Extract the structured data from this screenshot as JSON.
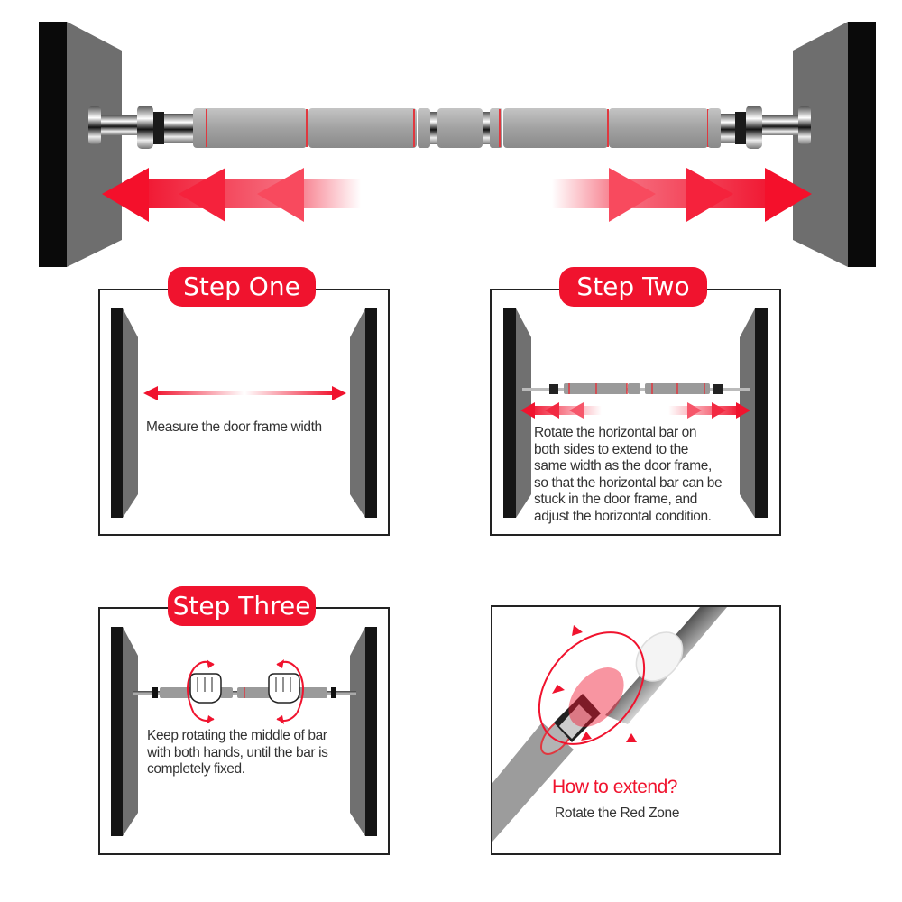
{
  "hero": {
    "description": "Pull-up bar extended between two door-frame walls with red arrows pointing outward",
    "icons": [
      "wall-left-icon",
      "wall-right-icon",
      "pullup-bar-icon",
      "arrow-left-icon",
      "arrow-right-icon"
    ]
  },
  "steps": [
    {
      "badge": "Step One",
      "caption": "Measure the door frame width",
      "icons": [
        "door-frame-icon",
        "double-arrow-icon"
      ]
    },
    {
      "badge": "Step Two",
      "caption_lines": [
        "Rotate the horizontal bar on",
        "both sides to extend to the",
        "same width as the door frame,",
        "so that the horizontal bar can be",
        "stuck in the door frame, and",
        "adjust the horizontal condition."
      ],
      "icons": [
        "door-frame-icon",
        "pullup-bar-icon",
        "arrow-left-icon",
        "arrow-right-icon"
      ]
    },
    {
      "badge": "Step Three",
      "caption_lines": [
        "Keep rotating the middle of bar",
        "with both hands, until the bar is",
        "completely fixed."
      ],
      "icons": [
        "door-frame-icon",
        "pullup-bar-icon",
        "fist-icon",
        "rotate-arrow-icon"
      ]
    }
  ],
  "extend_panel": {
    "title": "How to extend?",
    "subtitle": "Rotate the Red Zone",
    "icons": [
      "bar-closeup-icon",
      "rotate-ring-icon"
    ]
  },
  "colors": {
    "accent_red": "#f0132e",
    "wall_gray": "#6e6e6e",
    "wall_black": "#0a0a0a",
    "foam_gray": "#a4a4a4",
    "text_dark": "#333333"
  }
}
